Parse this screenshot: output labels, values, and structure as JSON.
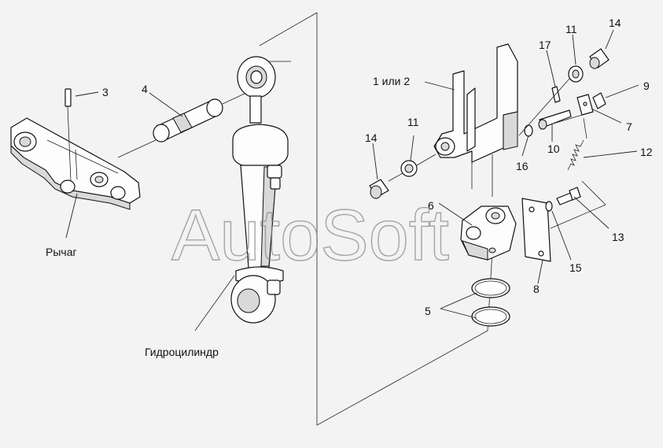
{
  "watermark": "AutoSoft",
  "labels": {
    "l1or2": "1 или 2",
    "l3": "3",
    "l4": "4",
    "l5": "5",
    "l6": "6",
    "l7": "7",
    "l8": "8",
    "l9": "9",
    "l10": "10",
    "l11a": "11",
    "l11b": "11",
    "l12": "12",
    "l13": "13",
    "l14a": "14",
    "l14b": "14",
    "l15": "15",
    "l16": "16",
    "l17": "17",
    "lever": "Рычаг",
    "cylinder": "Гидроцилиндр"
  }
}
